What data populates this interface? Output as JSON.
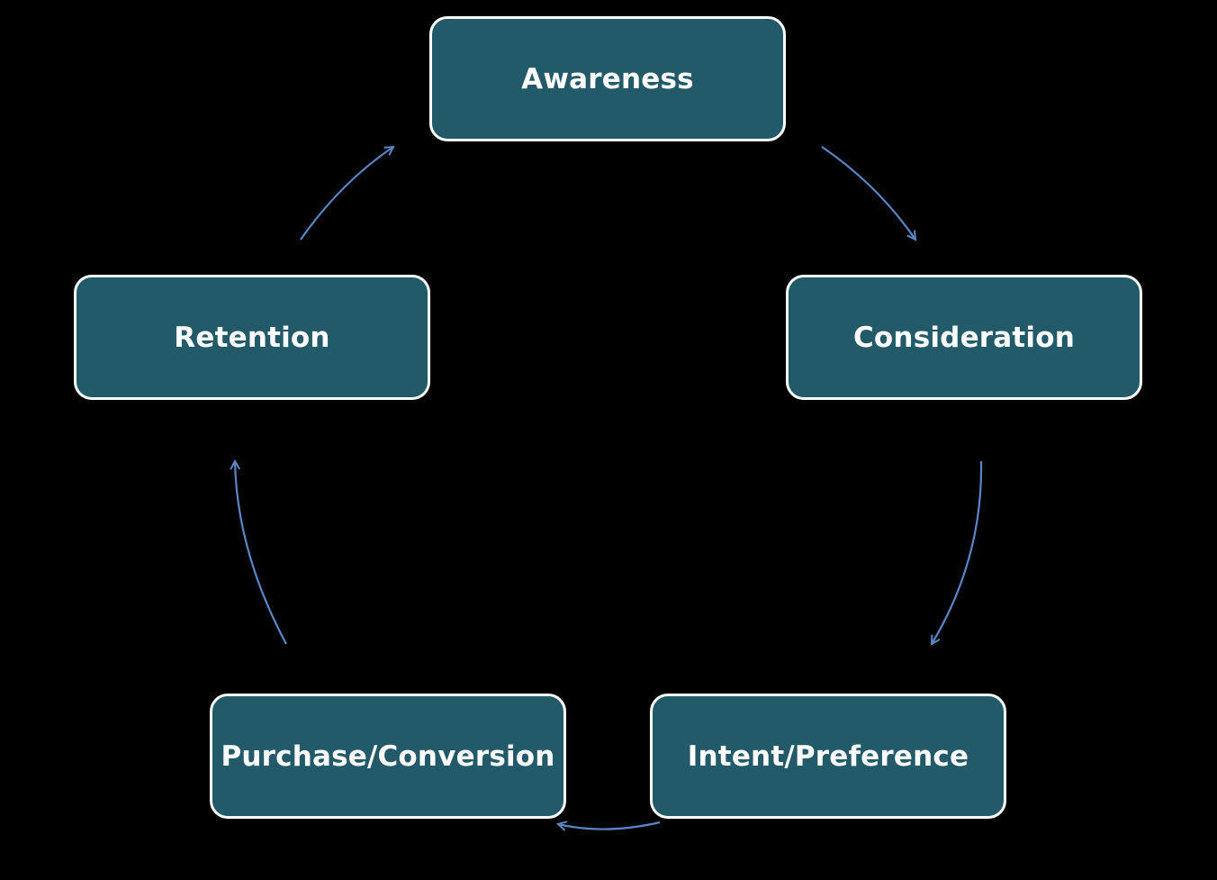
{
  "diagram": {
    "colors": {
      "background": "#000000",
      "node_fill": "#235a6a",
      "node_border": "#ffffff",
      "node_text": "#ffffff",
      "arrow": "#5b86c4"
    },
    "stages": [
      {
        "id": "awareness",
        "label": "Awareness"
      },
      {
        "id": "consideration",
        "label": "Consideration"
      },
      {
        "id": "intent",
        "label": "Intent/Preference"
      },
      {
        "id": "purchase",
        "label": "Purchase/Conversion"
      },
      {
        "id": "retention",
        "label": "Retention"
      }
    ],
    "flow": [
      {
        "from": "awareness",
        "to": "consideration"
      },
      {
        "from": "consideration",
        "to": "intent"
      },
      {
        "from": "intent",
        "to": "purchase"
      },
      {
        "from": "purchase",
        "to": "retention"
      },
      {
        "from": "retention",
        "to": "awareness"
      }
    ]
  }
}
